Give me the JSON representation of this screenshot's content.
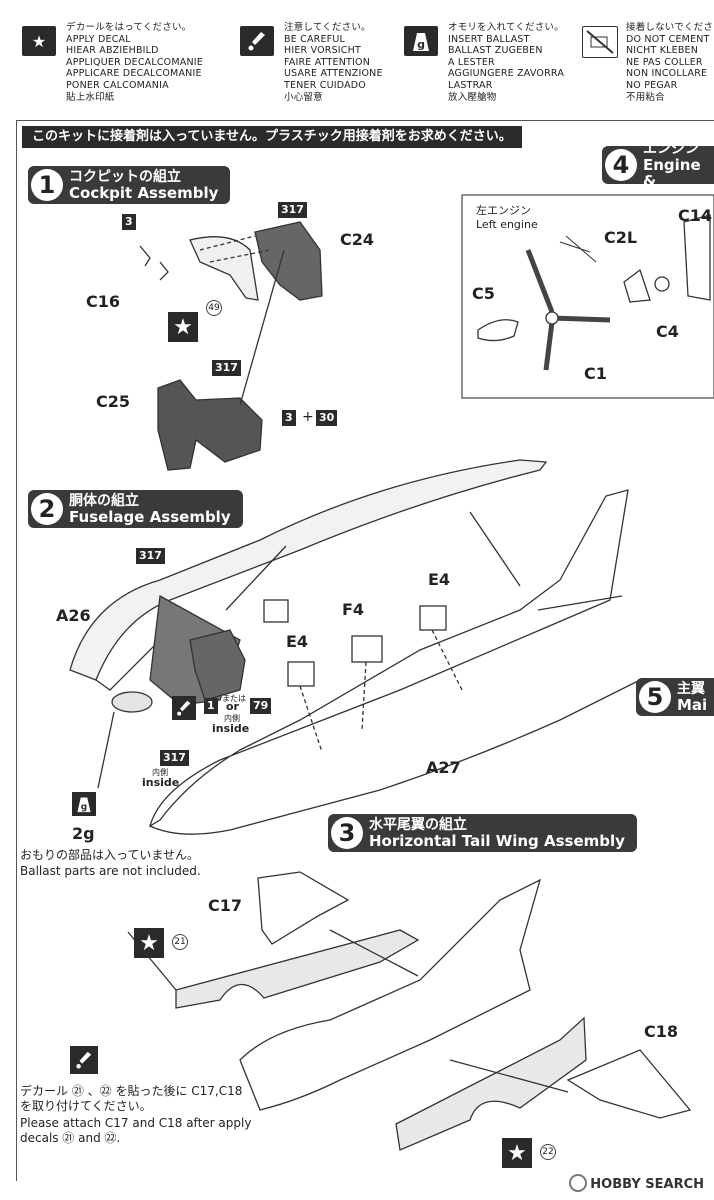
{
  "legend": [
    {
      "icon": "star-decal-icon",
      "lines": [
        "デカールをはってください。",
        "APPLY DECAL",
        "HIEAR ABZIEHBILD",
        "APPLIQUER DECALCOMANIE",
        "APPLICARE DECALCOMANIE",
        "PONER CALCOMANIA",
        "貼上水印紙"
      ]
    },
    {
      "icon": "care-icon",
      "lines": [
        "注意してください。",
        "BE CAREFUL",
        "HIER VORSICHT",
        "FAIRE ATTENTION",
        "USARE ATTENZIONE",
        "TENER CUIDADO",
        "小心留意"
      ]
    },
    {
      "icon": "ballast-icon",
      "lines": [
        "オモリを入れてください。",
        "INSERT BALLAST",
        "BALLAST ZUGEBEN",
        "A LESTER",
        "AGGIUNGERE ZAVORRA",
        "LASTRAR",
        "放入壓艙物"
      ]
    },
    {
      "icon": "no-cement-icon",
      "lines": [
        "接着しないでください。",
        "DO NOT CEMENT",
        "NICHT KLEBEN",
        "NE PAS COLLER",
        "NON INCOLLARE",
        "NO PEGAR",
        "不用粘合"
      ]
    }
  ],
  "warning": "このキットに接着剤は入っていません。プラスチック用接着剤をお求めください。",
  "steps": {
    "cockpit": {
      "num": "1",
      "jp": "コクピットの組立",
      "en": "Cockpit Assembly"
    },
    "fuselage": {
      "num": "2",
      "jp": "胴体の組立",
      "en": "Fuselage Assembly"
    },
    "tail": {
      "num": "3",
      "jp": "水平尾翼の組立",
      "en": "Horizontal Tail Wing Assembly"
    },
    "engine": {
      "num": "4",
      "jp": "エンジン",
      "en": "Engine &"
    },
    "mainwing": {
      "num": "5",
      "jp": "主翼",
      "en": "Mai"
    }
  },
  "parts": {
    "c24": "C24",
    "c16": "C16",
    "c25": "C25",
    "c5": "C5",
    "c2l": "C2L",
    "c4": "C4",
    "c1": "C1",
    "c14": "C14",
    "a26": "A26",
    "a27": "A27",
    "e4a": "E4",
    "e4b": "E4",
    "f4": "F4",
    "c17": "C17",
    "c18": "C18"
  },
  "paint": {
    "p317a": "317",
    "p317b": "317",
    "p317c": "317",
    "p317d": "317",
    "p3": "3",
    "p30": "30",
    "plus": "+",
    "p1": "1",
    "p79": "79",
    "or_jp": "または",
    "or_en": "or",
    "inside_jp_a": "内側",
    "inside_en_a": "inside",
    "inside_jp_b": "内側",
    "inside_en_b": "inside"
  },
  "decals": {
    "d49": "49",
    "d21": "21",
    "d22": "22"
  },
  "engine_labels": {
    "jp": "左エンジン",
    "en": "Left engine"
  },
  "ballast": {
    "weight": "2g",
    "jp": "おもりの部品は入っていません。",
    "en": "Ballast parts are not included."
  },
  "tail_note": {
    "jp1": "デカール ㉑ 、㉒ を貼った後に C17,C18",
    "jp2": "を取り付けてください。",
    "en1": "Please attach C17 and C18 after apply",
    "en2": "decals ㉑ and ㉒."
  },
  "watermark": "HOBBY SEARCH"
}
